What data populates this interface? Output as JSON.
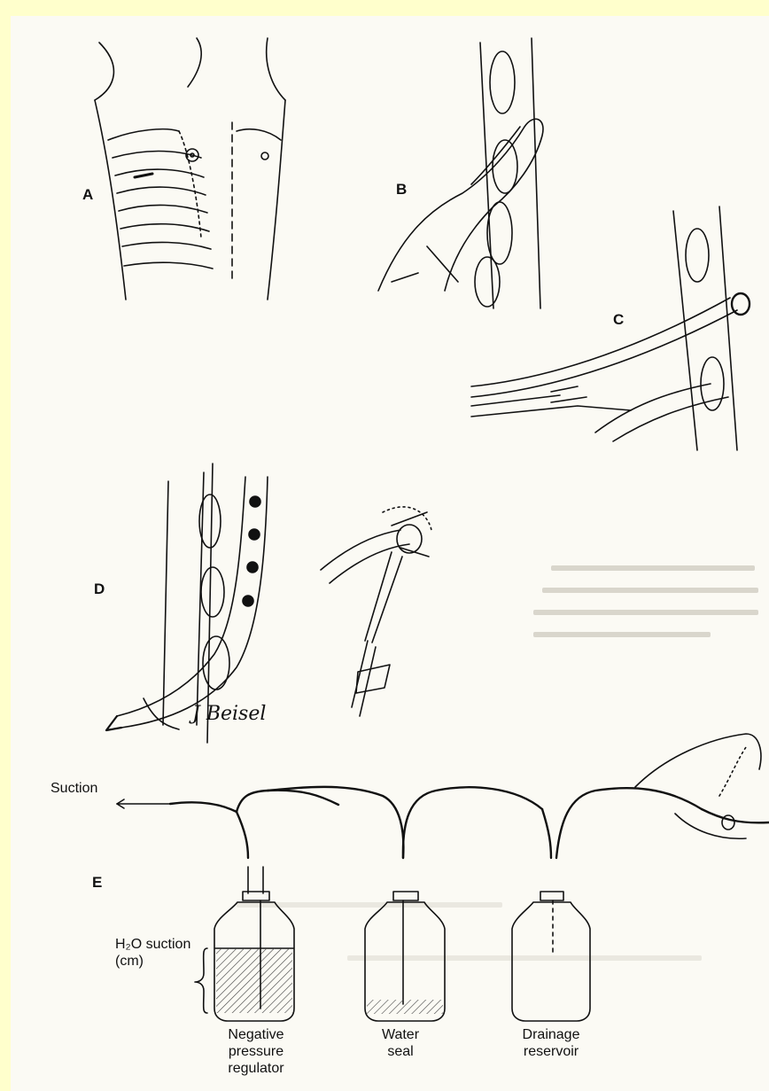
{
  "panel_labels": {
    "a": "A",
    "b": "B",
    "c": "C",
    "d": "D",
    "e": "E"
  },
  "signature": "J Beisel",
  "suction": {
    "label": "Suction"
  },
  "pressure_label": {
    "line1": "H₂O suction",
    "line2": "(cm)"
  },
  "bottles": [
    {
      "line1": "Negative",
      "line2": "pressure",
      "line3": "regulator"
    },
    {
      "line1": "Water",
      "line2": "seal"
    },
    {
      "line1": "Drainage",
      "line2": "reservoir"
    }
  ],
  "colors": {
    "page_background": "#ffffcc",
    "paper": "#fbfaf4",
    "ink": "#111111"
  }
}
